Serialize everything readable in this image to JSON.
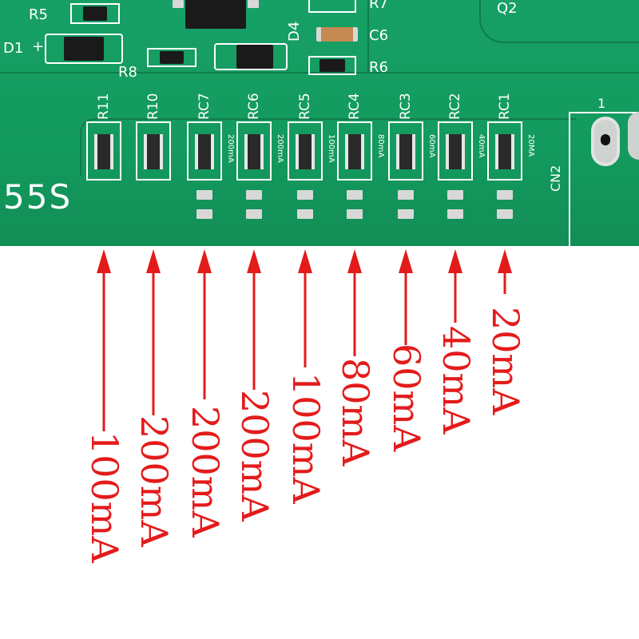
{
  "board": {
    "top_labels": [
      "R5",
      "D1",
      "+",
      "R8",
      "D4",
      "R7",
      "C6",
      "R6",
      "Q2"
    ],
    "part_number_fragment": "55S",
    "connector_label": "CN2",
    "connector_pin": "1",
    "resistor_labels": [
      "R11",
      "R10",
      "RC7",
      "RC6",
      "RC5",
      "RC4",
      "RC3",
      "RC2",
      "RC1"
    ],
    "silk_currents": [
      "200mA",
      "200mA",
      "100mA",
      "80mA",
      "60mA",
      "40mA",
      "20MA"
    ]
  },
  "annotations": {
    "color": "#e41b1b",
    "labels": [
      "100mA",
      "200mA",
      "200mA",
      "200mA",
      "100mA",
      "80mA",
      "60mA",
      "40mA",
      "20mA"
    ]
  }
}
